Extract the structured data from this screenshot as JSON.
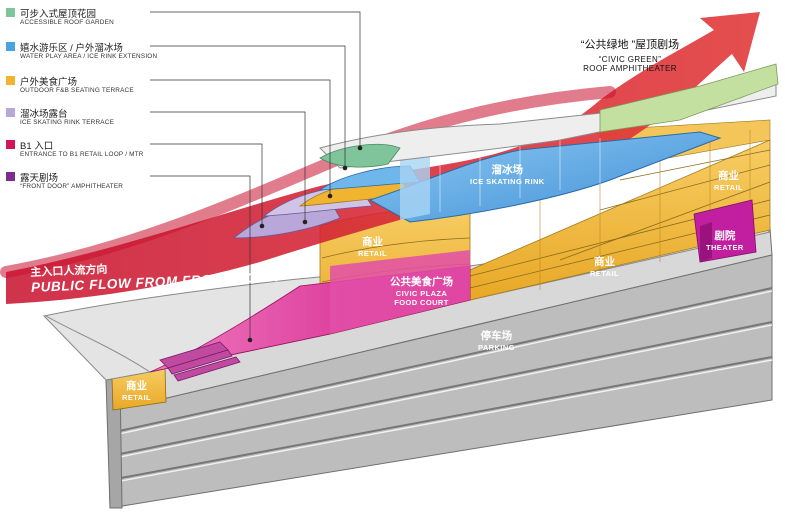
{
  "legend": {
    "items": [
      {
        "cn": "可步入式屋顶花园",
        "en": "ACCESSIBLE ROOF GARDEN",
        "color": "#7fc49a"
      },
      {
        "cn": "嬉水游乐区 / 户外溜冰场",
        "en": "WATER PLAY AREA / ICE RINK EXTENSION",
        "color": "#4aa3df"
      },
      {
        "cn": "户外美食广场",
        "en": "OUTDOOR F&B SEATING TERRACE",
        "color": "#f0b431"
      },
      {
        "cn": "溜冰场露台",
        "en": "ICE SKATING RINK TERRACE",
        "color": "#b9a7d9"
      },
      {
        "cn": "B1 入口",
        "en": "ENTRANCE TO B1 RETAIL LOOP / MTR",
        "color": "#d4145a"
      },
      {
        "cn": "露天剧场",
        "en": "“FRONT DOOR” AMPHITHEATER",
        "color": "#7b2d8e"
      }
    ]
  },
  "roof_title": {
    "cn": "“公共绿地 ”屋顶剧场",
    "en_line1": "“CIVIC GREEN”",
    "en_line2": "ROOF AMPHITHEATER"
  },
  "flow": {
    "cn": "主入口人流方向",
    "en": "PUBLIC FLOW FROM FRONT DOOR"
  },
  "labels": {
    "ice_rink": {
      "cn": "溜冰场",
      "en": "ICE SKATING RINK"
    },
    "retail_upper_right": {
      "cn": "商业",
      "en": "RETAIL"
    },
    "retail_left": {
      "cn": "商业",
      "en": "RETAIL"
    },
    "retail_mid": {
      "cn": "商业",
      "en": "RETAIL"
    },
    "theater": {
      "cn": "剧院",
      "en": "THEATER"
    },
    "food_court": {
      "cn": "公共美食广场",
      "en1": "CIVIC PLAZA",
      "en2": "FOOD COURT"
    },
    "parking": {
      "cn": "停车场",
      "en": "PARKING"
    },
    "retail_base": {
      "cn": "商业",
      "en": "RETAIL"
    }
  },
  "colors": {
    "flow_red": "#d6262f",
    "ice_blue": "#5aa9e6",
    "retail_yellow": "#f2b93b",
    "food_magenta": "#e0228a",
    "theater_magenta": "#c21fa0",
    "terrace_lavender": "#b9a7d9",
    "roof_green": "#c4e0a0",
    "structure_gray": "#8c8c8c"
  }
}
